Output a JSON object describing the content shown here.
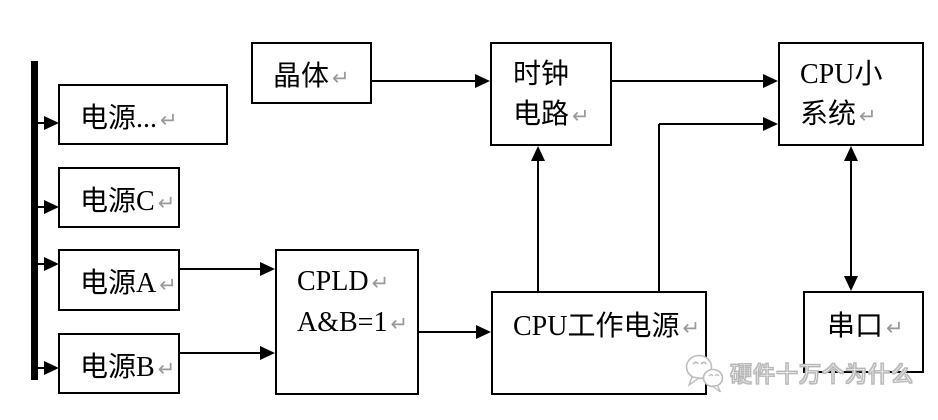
{
  "meta": {
    "type": "hardware-block-diagram",
    "language": "zh-CN"
  },
  "palette": {
    "line": "#000000",
    "box_background": "#ffffff",
    "paragraph_mark": "#9a9a9a",
    "watermark": "#c4c4c4"
  },
  "marks": {
    "eol": "↵"
  },
  "boxes": {
    "power_dots": {
      "label": "电源..."
    },
    "power_c": {
      "label": "电源C"
    },
    "power_a": {
      "label": "电源A"
    },
    "power_b": {
      "label": "电源B"
    },
    "crystal": {
      "label": "晶体"
    },
    "clock": {
      "line1": "时钟",
      "line2": "电路"
    },
    "cpu_system": {
      "line1": "CPU小",
      "line2": "系统"
    },
    "cpld": {
      "line1": "CPLD",
      "line2": "A&B=1"
    },
    "cpu_power": {
      "label": "CPU工作电源"
    },
    "serial": {
      "label": "串口"
    }
  },
  "edges": [
    {
      "from": "power-rail",
      "to": "power_dots",
      "type": "arrow"
    },
    {
      "from": "power-rail",
      "to": "power_c",
      "type": "arrow"
    },
    {
      "from": "power-rail",
      "to": "power_a",
      "type": "arrow"
    },
    {
      "from": "power-rail",
      "to": "power_b",
      "type": "arrow"
    },
    {
      "from": "power_a",
      "to": "cpld",
      "type": "arrow"
    },
    {
      "from": "power_b",
      "to": "cpld",
      "type": "arrow"
    },
    {
      "from": "crystal",
      "to": "clock",
      "type": "arrow"
    },
    {
      "from": "clock",
      "to": "cpu_system",
      "type": "arrow"
    },
    {
      "from": "cpld",
      "to": "cpu_power",
      "type": "arrow"
    },
    {
      "from": "cpu_power",
      "to": "clock",
      "type": "arrow-up"
    },
    {
      "from": "cpu_power",
      "to": "cpu_system",
      "type": "elbow-arrow"
    },
    {
      "from": "cpu_system",
      "to": "serial",
      "type": "double-arrow"
    }
  ],
  "watermark": {
    "text": "硬件十万个为什么",
    "icon": "wechat-bubbles-icon"
  }
}
